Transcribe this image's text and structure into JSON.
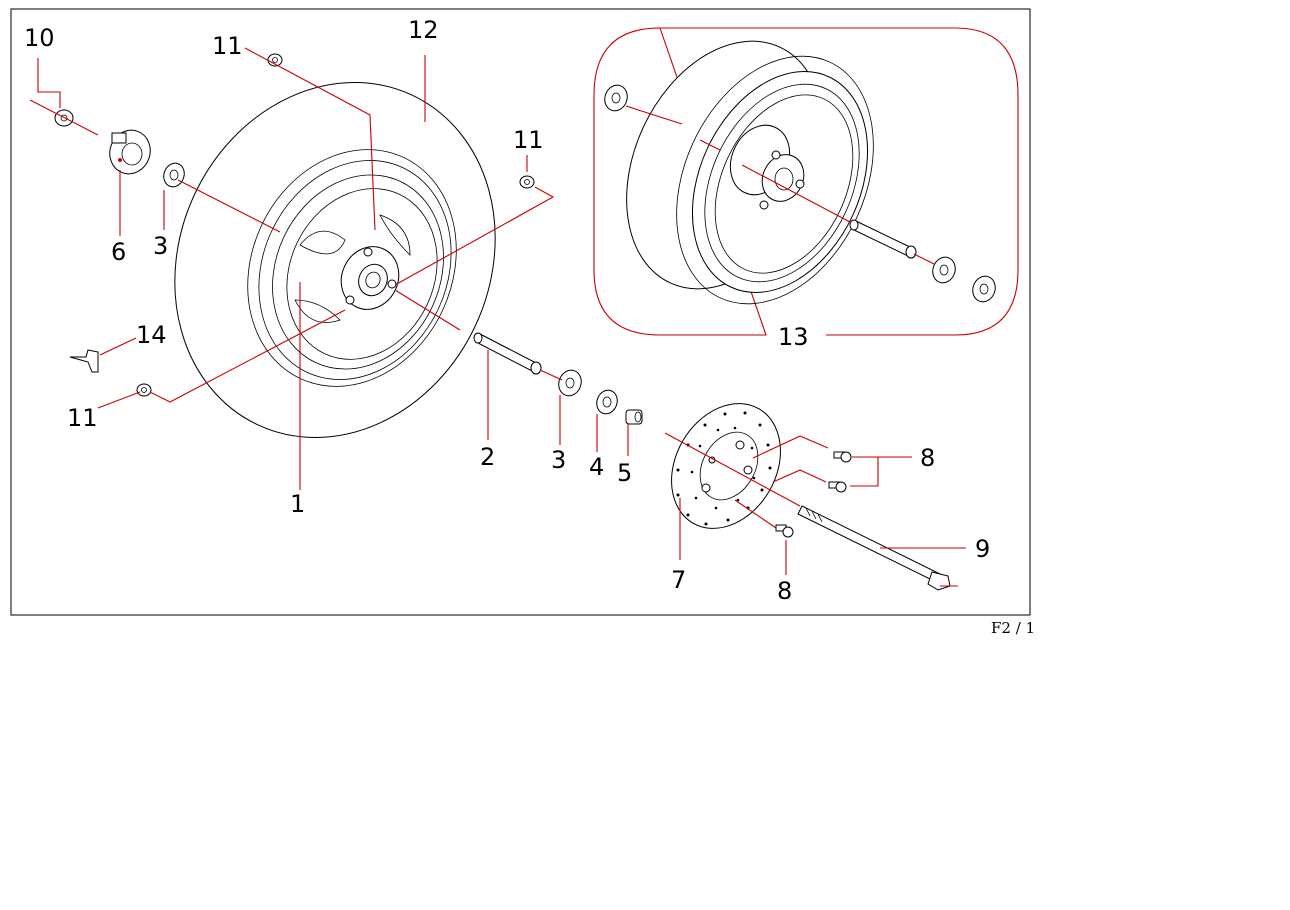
{
  "diagram": {
    "callouts": {
      "p1": "1",
      "p2": "2",
      "p3a": "3",
      "p3b": "3",
      "p4": "4",
      "p5": "5",
      "p6": "6",
      "p7": "7",
      "p8a": "8",
      "p8b": "8",
      "p9": "9",
      "p10": "10",
      "p11a": "11",
      "p11b": "11",
      "p11c": "11",
      "p12": "12",
      "p13": "13",
      "p14": "14"
    },
    "page_ref": "F2 / 1"
  },
  "colors": {
    "leader_line": "#cc0000",
    "outline": "#000000",
    "background": "#ffffff"
  }
}
